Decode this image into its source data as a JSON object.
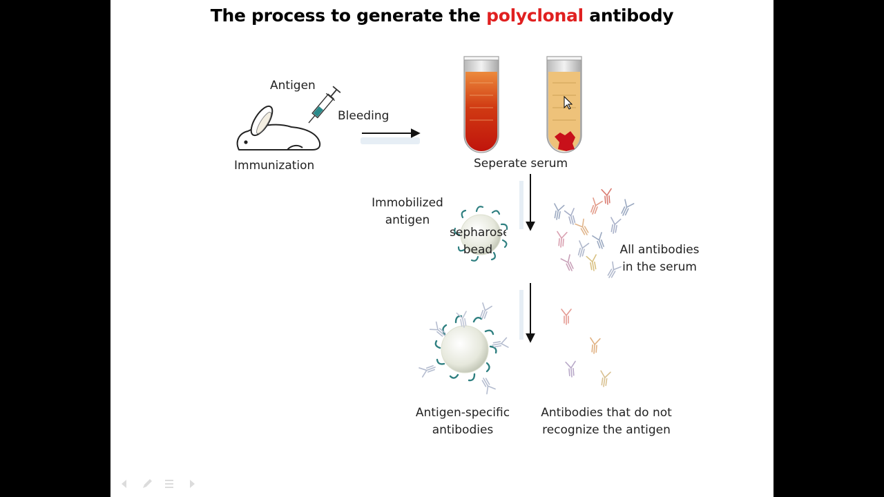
{
  "slide": {
    "title_before": "The process to generate the",
    "title_highlight": "polyclonal",
    "title_after": "antibody"
  },
  "labels": {
    "antigen": "Antigen",
    "bleeding": "Bleeding",
    "immunization": "Immunization",
    "separate_serum": "Seperate serum",
    "immobilized_line1": "Immobilized",
    "immobilized_line2": "antigen",
    "bead_line1": "sepharose",
    "bead_line2": "bead",
    "all_antibodies_line1": "All antibodies",
    "all_antibodies_line2": "in the serum",
    "specific_line1": "Antigen-specific",
    "specific_line2": "antibodies",
    "nonspecific_line1": "Antibodies that do not",
    "nonspecific_line2": "recognize the antigen"
  },
  "colors": {
    "title_highlight": "#e02020",
    "blood": "#c0140c",
    "serum": "#eec27a",
    "clot": "#c8101a",
    "antigen_strand": "#2e7f80"
  },
  "icons": {
    "rabbit": "rabbit-icon",
    "syringe": "syringe-icon",
    "bead": "sepharose-bead-icon",
    "antibody": "antibody-icon",
    "cursor": "mouse-cursor-icon"
  }
}
